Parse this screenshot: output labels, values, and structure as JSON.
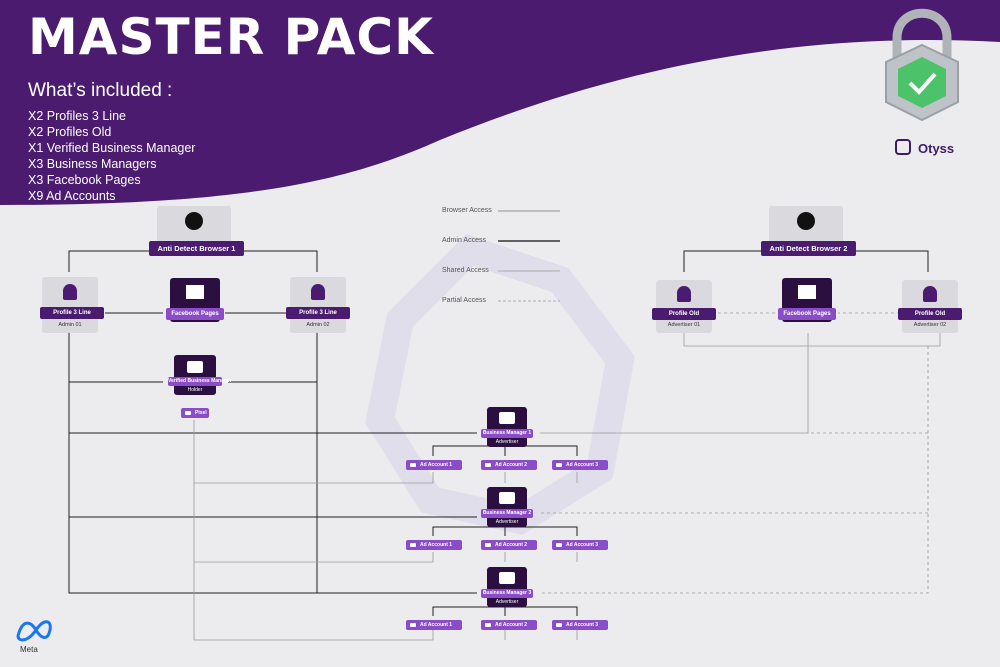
{
  "header": {
    "title": "MASTER PACK",
    "subtitle": "What’s included :",
    "items": [
      "X2 Profiles 3 Line",
      "X2 Profiles Old",
      "X1 Verified Business Manager",
      "X3 Business Managers",
      "X3 Facebook Pages",
      "X9 Ad Accounts"
    ]
  },
  "brand": {
    "name": "Otyss",
    "meta": "Meta"
  },
  "legend": [
    "Browser Access",
    "Admin Access",
    "Shared Access",
    "Partial Access"
  ],
  "browsers": {
    "left": "Anti Detect Browser 1",
    "right": "Anti Detect Browser 2"
  },
  "profiles": {
    "p3l_1": {
      "label": "Profile 3 Line",
      "sub": "Admin 01"
    },
    "p3l_2": {
      "label": "Profile 3 Line",
      "sub": "Admin 02"
    },
    "old_1": {
      "label": "Profile Old",
      "sub": "Advertiser 01"
    },
    "old_2": {
      "label": "Profile Old",
      "sub": "Advertiser 02"
    }
  },
  "pages": {
    "left": "Facebook Pages",
    "right": "Facebook Pages"
  },
  "vbm": {
    "label": "Verified Business Manager",
    "sub": "Holder",
    "pixel": "Pixel"
  },
  "bms": [
    {
      "label": "Business Manager 1",
      "sub": "Advertiser",
      "ads": [
        "Ad Account 1",
        "Ad Account 2",
        "Ad Account 3"
      ]
    },
    {
      "label": "Business Manager 2",
      "sub": "Advertiser",
      "ads": [
        "Ad Account 1",
        "Ad Account 2",
        "Ad Account 3"
      ]
    },
    {
      "label": "Business Manager 3",
      "sub": "Advertiser",
      "ads": [
        "Ad Account 1",
        "Ad Account 2",
        "Ad Account 3"
      ]
    }
  ],
  "colors": {
    "purple": "#4a1b6f",
    "light_purple": "#8a4cc7",
    "bg": "#ececef"
  }
}
